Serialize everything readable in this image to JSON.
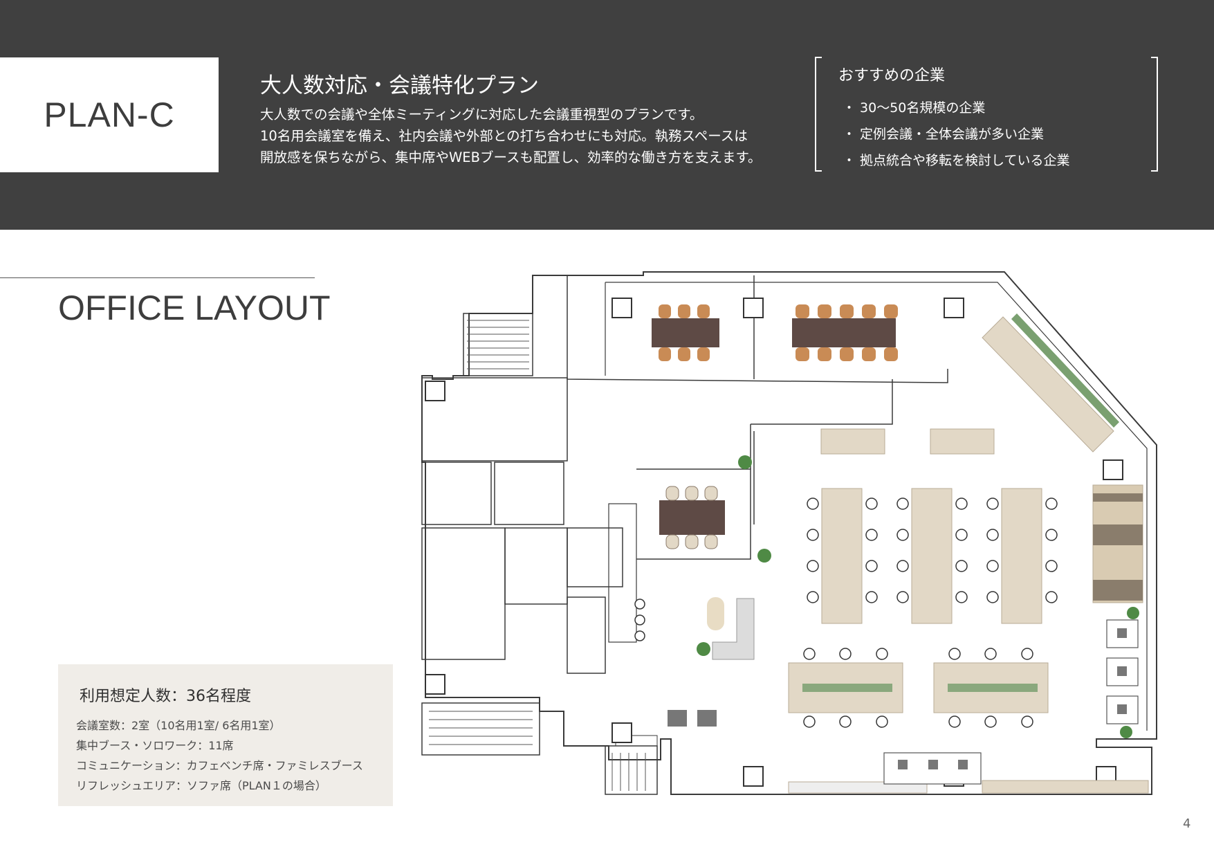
{
  "header": {
    "plan_label": "PLAN-C",
    "title": "大人数対応・会議特化プラン",
    "description": [
      "大人数での会議や全体ミーティングに対応した会議重視型のプランです。",
      "10名用会議室を備え、社内会議や外部との打ち合わせにも対応。執務スペースは",
      "開放感を保ちながら、集中席やWEBブースも配置し、効率的な働き方を支えます。"
    ]
  },
  "recommend": {
    "title": "おすすめの企業",
    "items": [
      "・ 30〜50名規模の企業",
      "・ 定例会議・全体会議が多い企業",
      "・ 拠点統合や移転を検討している企業"
    ]
  },
  "section": {
    "title": "OFFICE LAYOUT"
  },
  "info": {
    "title": "利用想定人数：36名程度",
    "lines": [
      "会議室数：2室（10名用1室/ 6名用1室）",
      "集中ブース・ソロワーク：11席",
      "コミュニケーション：カフェベンチ席・ファミレスブース",
      "リフレッシュエリア：ソファ席（PLAN１の場合）"
    ]
  },
  "page_number": "4",
  "colors": {
    "header_bg": "#404040",
    "wood_dark": "#5e4a45",
    "chair_orange": "#c98b55",
    "desk_beige": "#e2d8c6",
    "info_bg": "#f0ede8"
  }
}
